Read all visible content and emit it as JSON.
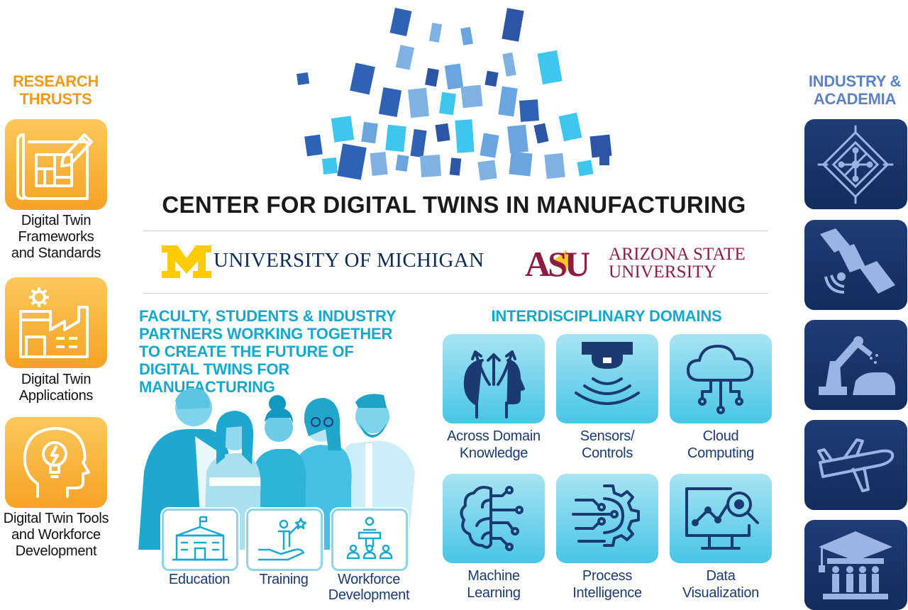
{
  "left_column": {
    "title_lines": [
      "RESEARCH",
      "THRUSTS"
    ],
    "items": [
      {
        "icon": "blueprint-pencil-icon",
        "label_lines": [
          "Digital Twin",
          "Frameworks",
          "and Standards"
        ]
      },
      {
        "icon": "factory-gear-icon",
        "label_lines": [
          "Digital Twin",
          "Applications"
        ]
      },
      {
        "icon": "head-lightbulb-icon",
        "label_lines": [
          "Digital Twin Tools",
          "and Workforce",
          "Development"
        ]
      }
    ]
  },
  "right_column": {
    "title_lines": [
      "INDUSTRY &",
      "ACADEMIA"
    ],
    "items": [
      {
        "icon": "microchip-icon"
      },
      {
        "icon": "satellite-icon"
      },
      {
        "icon": "robot-arm-car-icon"
      },
      {
        "icon": "airplane-icon"
      },
      {
        "icon": "academic-building-icon"
      }
    ]
  },
  "header": {
    "title": "CENTER FOR DIGITAL TWINS IN MANUFACTURING"
  },
  "partners": {
    "michigan": {
      "logo_letter": "M",
      "name": "UNIVERSITY OF MICHIGAN"
    },
    "asu": {
      "logo_letters": "ASU",
      "name_lines": [
        "ARIZONA STATE",
        "UNIVERSITY"
      ]
    }
  },
  "blurb_lines": [
    "FACULTY, STUDENTS & INDUSTRY",
    "PARTNERS WORKING TOGETHER",
    "TO CREATE THE FUTURE OF",
    "DIGITAL TWINS FOR MANUFACTURING"
  ],
  "programs": [
    {
      "icon": "school-building-icon",
      "label_lines": [
        "Education"
      ]
    },
    {
      "icon": "training-hand-icon",
      "label_lines": [
        "Training"
      ]
    },
    {
      "icon": "presenter-audience-icon",
      "label_lines": [
        "Workforce",
        "Development"
      ]
    }
  ],
  "domains": {
    "heading": "INTERDISCIPLINARY DOMAINS",
    "items": [
      {
        "icon": "head-arrows-icon",
        "label_lines": [
          "Across Domain",
          "Knowledge"
        ]
      },
      {
        "icon": "sensor-waves-icon",
        "label_lines": [
          "Sensors/",
          "Controls"
        ]
      },
      {
        "icon": "cloud-network-icon",
        "label_lines": [
          "Cloud",
          "Computing"
        ]
      },
      {
        "icon": "brain-circuit-icon",
        "label_lines": [
          "Machine",
          "Learning"
        ]
      },
      {
        "icon": "gear-circuit-icon",
        "label_lines": [
          "Process",
          "Intelligence"
        ]
      },
      {
        "icon": "monitor-magnifier-icon",
        "label_lines": [
          "Data",
          "Visualization"
        ]
      }
    ]
  },
  "colors": {
    "orange": "#f6a226",
    "navy": "#1a3566",
    "cyan": "#14a9cc",
    "michigan_maize": "#ffcb05",
    "asu_maroon": "#8c1d40"
  }
}
